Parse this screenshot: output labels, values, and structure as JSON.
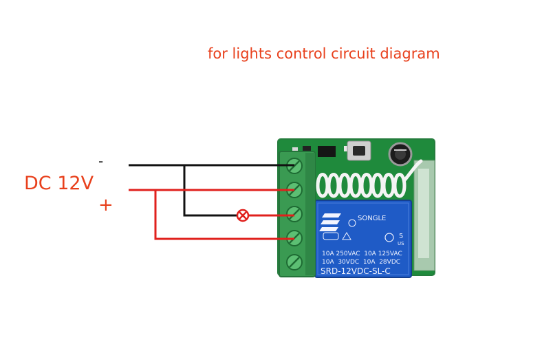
{
  "title": "for lights control circuit diagram",
  "power": {
    "label": "DC 12V",
    "negative_symbol": "-",
    "positive_symbol": "+"
  },
  "relay": {
    "brand": "SONGLE",
    "certification": "5",
    "certification_region": "US",
    "rating_line_1": "10A 250VAC  10A 125VAC",
    "rating_line_2": "10A  30VDC  10A  28VDC",
    "model": "SRD-12VDC-SL-C"
  },
  "colors": {
    "title": "#e8401c",
    "negative_wire": "#111111",
    "positive_wire": "#e0201c",
    "terminal_block": "#3a9a52",
    "pcb": "#1f8a3c",
    "relay_body": "#1f5bc6"
  },
  "icons": {
    "load": "lamp-symbol",
    "antenna": "coil-antenna"
  }
}
